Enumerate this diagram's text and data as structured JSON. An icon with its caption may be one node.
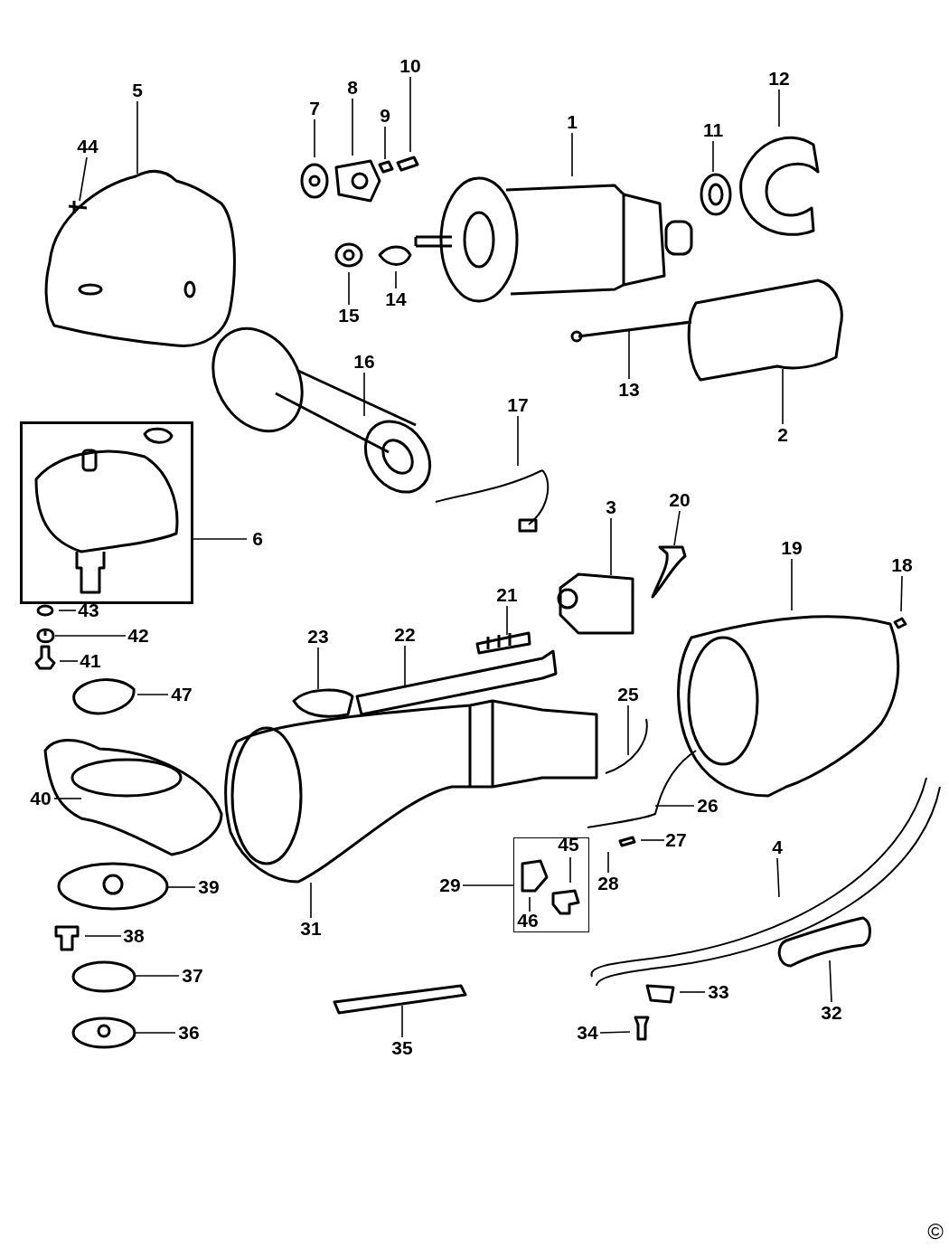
{
  "diagram": {
    "nodes": [
      {
        "text": [
          "10"
        ]
      },
      {
        "text": [
          "8"
        ]
      },
      {
        "text": [
          "12"
        ]
      },
      {
        "text": [
          "5"
        ]
      },
      {
        "text": [
          "1"
        ]
      },
      {
        "text": [
          "44"
        ]
      },
      {
        "text": [
          "7"
        ]
      },
      {
        "text": [
          "9"
        ]
      },
      {
        "text": [
          "11"
        ]
      },
      {
        "text": [
          "15"
        ]
      },
      {
        "text": [
          "14"
        ]
      },
      {
        "text": [
          "16"
        ]
      },
      {
        "text": [
          "13"
        ]
      },
      {
        "text": [
          "17"
        ]
      },
      {
        "text": [
          "2"
        ]
      },
      {
        "text": [],
        "shape": "box"
      },
      {
        "text": [
          "6"
        ]
      },
      {
        "text": [
          "3"
        ]
      },
      {
        "text": [
          "20"
        ]
      },
      {
        "text": [
          "19"
        ]
      },
      {
        "text": [
          "18"
        ]
      },
      {
        "text": [
          "21"
        ]
      },
      {
        "text": [
          "43"
        ]
      },
      {
        "text": [
          "42"
        ]
      },
      {
        "text": [
          "23"
        ]
      },
      {
        "text": [
          "22"
        ]
      },
      {
        "text": [
          "41"
        ]
      },
      {
        "text": [
          "47"
        ]
      },
      {
        "text": [
          "25"
        ]
      },
      {
        "text": [
          "40"
        ]
      },
      {
        "text": [
          "26"
        ]
      },
      {
        "text": [],
        "shape": "box"
      },
      {
        "text": [
          "45"
        ],
        "in": 31
      },
      {
        "text": [
          "27"
        ]
      },
      {
        "text": [
          "4"
        ]
      },
      {
        "text": [
          "28"
        ]
      },
      {
        "text": [
          "29"
        ]
      },
      {
        "text": [
          "39"
        ]
      },
      {
        "text": [
          "46"
        ],
        "in": 31
      },
      {
        "text": [
          "31"
        ]
      },
      {
        "text": [
          "38"
        ]
      },
      {
        "text": [
          "37"
        ]
      },
      {
        "text": [
          "33"
        ]
      },
      {
        "text": [
          "32"
        ]
      },
      {
        "text": [
          "36"
        ]
      },
      {
        "text": [
          "34"
        ]
      },
      {
        "text": [
          "35"
        ]
      },
      {
        "text": [],
        "shape": "picture"
      }
    ],
    "edges": [
      {
        "from": 0,
        "to": null,
        "arrow": "none"
      },
      {
        "from": 1,
        "to": null,
        "arrow": "none"
      },
      {
        "from": 2,
        "to": null,
        "arrow": "none"
      },
      {
        "from": 3,
        "to": null,
        "arrow": "none"
      },
      {
        "from": 4,
        "to": null,
        "arrow": "none"
      },
      {
        "from": 5,
        "to": null,
        "arrow": "none"
      },
      {
        "from": 6,
        "to": null,
        "arrow": "none"
      },
      {
        "from": 7,
        "to": null,
        "arrow": "none"
      },
      {
        "from": 8,
        "to": null,
        "arrow": "none"
      },
      {
        "from": 9,
        "to": null,
        "arrow": "none"
      },
      {
        "from": 10,
        "to": null,
        "arrow": "none"
      },
      {
        "from": 11,
        "to": null,
        "arrow": "none"
      },
      {
        "from": 12,
        "to": null,
        "arrow": "none"
      },
      {
        "from": 13,
        "to": null,
        "arrow": "none"
      },
      {
        "from": 14,
        "to": null,
        "arrow": "none"
      },
      {
        "from": 16,
        "to": 15,
        "arrow": "none"
      },
      {
        "from": 17,
        "to": null,
        "arrow": "none"
      },
      {
        "from": 18,
        "to": null,
        "arrow": "none"
      },
      {
        "from": 19,
        "to": null,
        "arrow": "none"
      },
      {
        "from": 20,
        "to": null,
        "arrow": "none"
      },
      {
        "from": 21,
        "to": null,
        "arrow": "none"
      },
      {
        "from": 22,
        "to": null,
        "arrow": "none"
      },
      {
        "from": 23,
        "to": 47,
        "arrow": "none"
      },
      {
        "from": 24,
        "to": null,
        "arrow": "none"
      },
      {
        "from": 25,
        "to": null,
        "arrow": "none"
      },
      {
        "from": 26,
        "to": null,
        "arrow": "none"
      },
      {
        "from": 27,
        "to": null,
        "arrow": "none"
      },
      {
        "from": 28,
        "to": null,
        "arrow": "none"
      },
      {
        "from": 29,
        "to": null,
        "arrow": "none"
      },
      {
        "from": 30,
        "to": null,
        "arrow": "none"
      },
      {
        "from": 32,
        "to": null,
        "arrow": "none"
      },
      {
        "from": 33,
        "to": null,
        "arrow": "none"
      },
      {
        "from": 34,
        "to": null,
        "arrow": "none"
      },
      {
        "from": 35,
        "to": null,
        "arrow": "none"
      },
      {
        "from": 36,
        "to": 31,
        "arrow": "none"
      },
      {
        "from": 37,
        "to": null,
        "arrow": "none"
      },
      {
        "from": 38,
        "to": null,
        "arrow": "none"
      },
      {
        "from": 39,
        "to": null,
        "arrow": "none"
      },
      {
        "from": 40,
        "to": null,
        "arrow": "none"
      },
      {
        "from": 41,
        "to": null,
        "arrow": "none"
      },
      {
        "from": 42,
        "to": null,
        "arrow": "none"
      },
      {
        "from": 43,
        "to": null,
        "arrow": "none"
      },
      {
        "from": 44,
        "to": null,
        "arrow": "none"
      },
      {
        "from": 45,
        "to": null,
        "arrow": "none"
      },
      {
        "from": 46,
        "to": null,
        "arrow": "none"
      }
    ],
    "labels": [
      "©"
    ]
  }
}
